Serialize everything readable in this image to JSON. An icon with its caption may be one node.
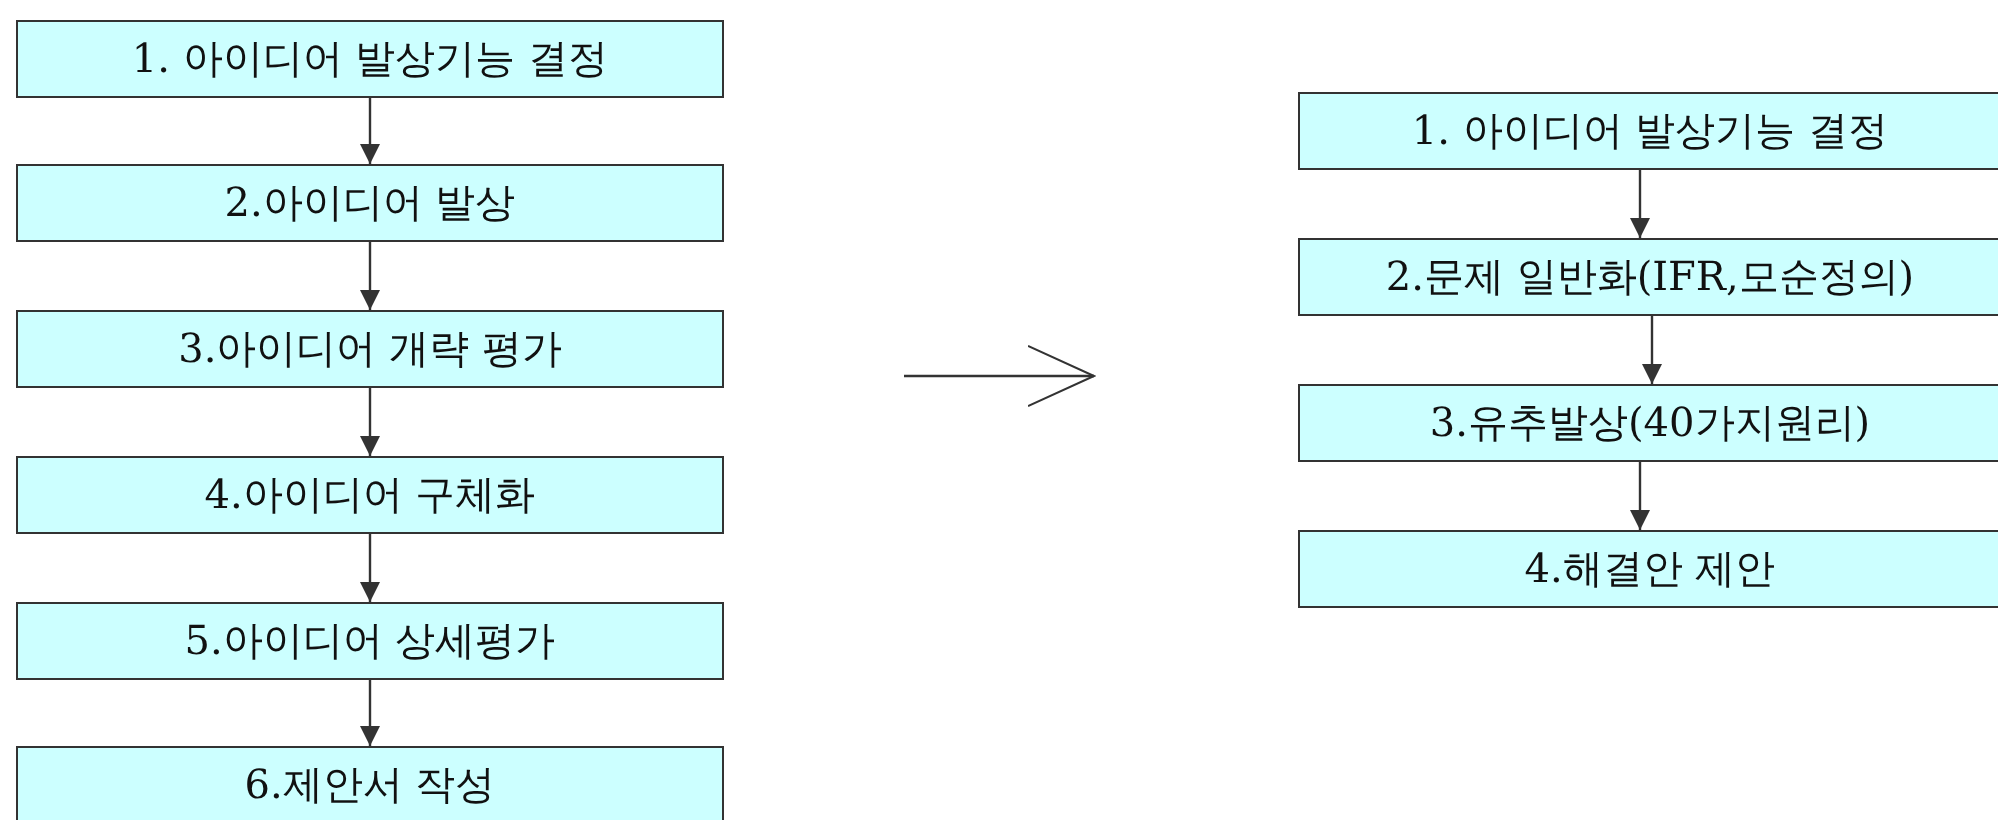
{
  "diagram": {
    "nodes": [
      {
        "text": [
          "1. 아이디어 발상기능 결정"
        ]
      },
      {
        "text": [
          "2.아이디어 발상"
        ]
      },
      {
        "text": [
          "3.아이디어 개략 평가"
        ]
      },
      {
        "text": [
          "4.아이디어 구체화"
        ]
      },
      {
        "text": [
          "5.아이디어 상세평가"
        ]
      },
      {
        "text": [
          "6.제안서 작성"
        ]
      },
      {
        "text": [
          "1. 아이디어 발상기능 결정"
        ]
      },
      {
        "text": [
          "2.문제 일반화(IFR,모순정의)"
        ]
      },
      {
        "text": [
          "3.유추발상(40가지원리)"
        ]
      },
      {
        "text": [
          "4.해결안 제안"
        ]
      }
    ],
    "edges": [
      {
        "from": 0,
        "to": 1,
        "arrow": "to"
      },
      {
        "from": 1,
        "to": 2,
        "arrow": "to"
      },
      {
        "from": 2,
        "to": 3,
        "arrow": "to"
      },
      {
        "from": 3,
        "to": 4,
        "arrow": "to"
      },
      {
        "from": 4,
        "to": 5,
        "arrow": "to"
      },
      {
        "from": 6,
        "to": 7,
        "arrow": "to"
      },
      {
        "from": 7,
        "to": 8,
        "arrow": "to"
      },
      {
        "from": 8,
        "to": 9,
        "arrow": "to"
      }
    ]
  }
}
